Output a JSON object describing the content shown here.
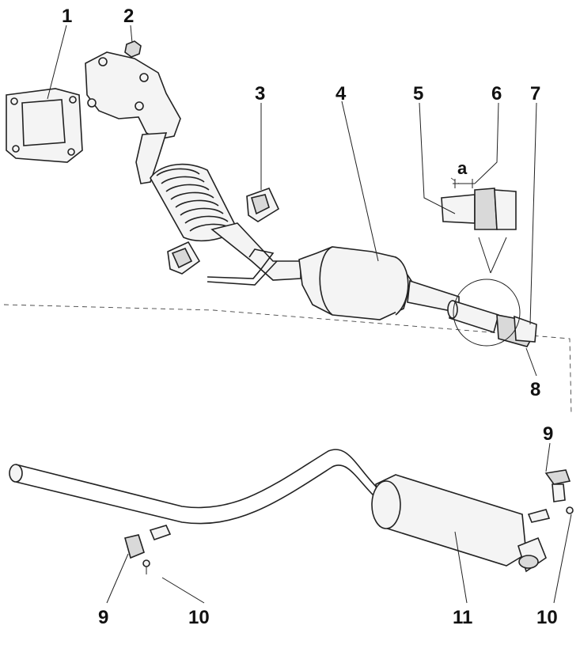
{
  "diagram": {
    "callouts": [
      {
        "id": "c1",
        "text": "1"
      },
      {
        "id": "c2",
        "text": "2"
      },
      {
        "id": "c3",
        "text": "3"
      },
      {
        "id": "c4",
        "text": "4"
      },
      {
        "id": "c5",
        "text": "5"
      },
      {
        "id": "c6",
        "text": "6"
      },
      {
        "id": "c7",
        "text": "7"
      },
      {
        "id": "c8",
        "text": "8"
      },
      {
        "id": "c9a",
        "text": "9"
      },
      {
        "id": "c9b",
        "text": "9"
      },
      {
        "id": "c10a",
        "text": "10"
      },
      {
        "id": "c10b",
        "text": "10"
      },
      {
        "id": "c11",
        "text": "11"
      },
      {
        "id": "ca",
        "text": "a"
      }
    ]
  }
}
